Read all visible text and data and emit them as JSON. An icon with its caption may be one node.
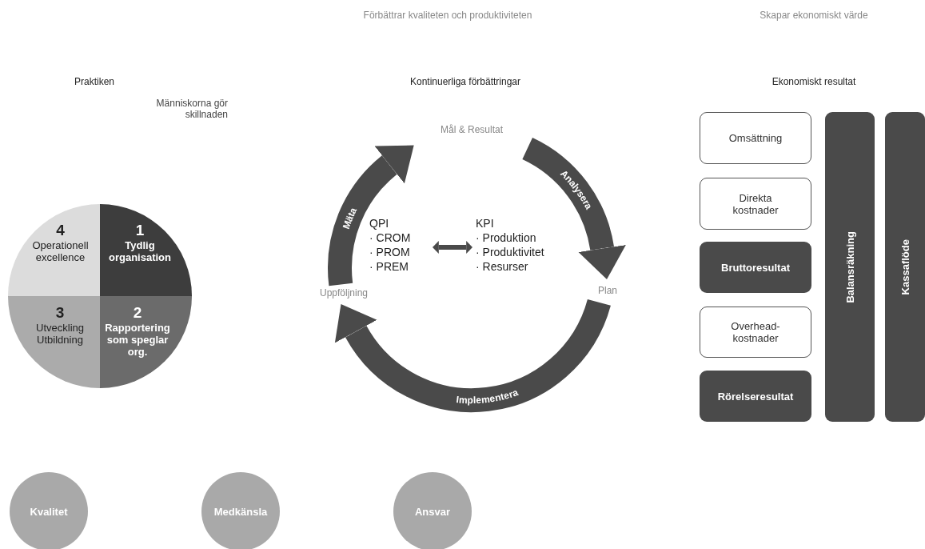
{
  "diagram": {
    "nodes": [
      {
        "text": [
          "4",
          "Operationell excellence"
        ]
      },
      {
        "text": [
          "1",
          "Tydlig organisation"
        ]
      },
      {
        "text": [
          "3",
          "Utveckling Utbildning"
        ]
      },
      {
        "text": [
          "2",
          "Rapportering som speglar org."
        ]
      },
      {
        "text": [
          "Mål & Resultat"
        ]
      },
      {
        "text": [
          "QPI",
          "· CROM",
          "· PROM",
          "· PREM"
        ]
      },
      {
        "text": [
          "KPI",
          "· Produktion",
          "· Produktivitet",
          "· Resurser"
        ]
      },
      {
        "text": [
          "Uppföljning"
        ]
      },
      {
        "text": [
          "Plan"
        ]
      },
      {
        "text": [
          "Omsättning"
        ]
      },
      {
        "text": [
          "Direkta kostnader"
        ]
      },
      {
        "text": [
          "Bruttoresultat"
        ]
      },
      {
        "text": [
          "Overhead-kostnader"
        ]
      },
      {
        "text": [
          "Rörelseresultat"
        ]
      },
      {
        "text": [
          "Balansräkning"
        ]
      },
      {
        "text": [
          "Kassaflöde"
        ]
      },
      {
        "text": [
          "Kvalitet"
        ]
      },
      {
        "text": [
          "Medkänsla"
        ]
      },
      {
        "text": [
          "Ansvar"
        ]
      }
    ],
    "edges": [
      {
        "from": 7,
        "to": 4,
        "arrow": "to",
        "label": "Mäta"
      },
      {
        "from": 4,
        "to": 8,
        "arrow": "to",
        "label": "Analysera"
      },
      {
        "from": 8,
        "to": 7,
        "arrow": "to",
        "label": "Implementera"
      },
      {
        "from": 5,
        "to": 6,
        "arrow": "both"
      }
    ],
    "labels": [
      "Förbättrar kvaliteten och produktiviteten",
      "Skapar ekonomiskt värde",
      "Praktiken",
      "Kontinuerliga förbättringar",
      "Ekonomiskt resultat",
      "Människorna gör skillnaden"
    ]
  }
}
